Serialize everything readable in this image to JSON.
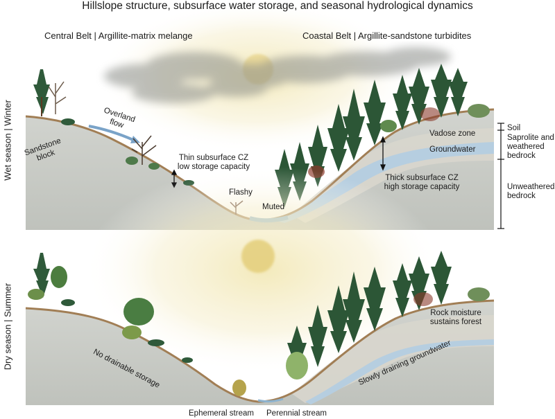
{
  "title": "Hillslope structure, subsurface water storage, and seasonal hydrological dynamics",
  "belts": {
    "central": "Central Belt | Argillite-matrix melange",
    "coastal": "Coastal Belt | Argillite-sandstone turbidites"
  },
  "seasons": {
    "wet": "Wet season | Winter",
    "dry": "Dry season | Summer"
  },
  "wet_panel": {
    "sandstone_block": [
      "Sandstone",
      "block"
    ],
    "overland_flow": [
      "Overland",
      "flow"
    ],
    "thin_cz": [
      "Thin subsurface CZ",
      "low storage capacity"
    ],
    "flashy": "Flashy",
    "muted": "Muted",
    "vadose_zone": "Vadose zone",
    "groundwater": "Groundwater",
    "thick_cz": [
      "Thick subsurface CZ",
      "high storage capacity"
    ]
  },
  "profile_legend": {
    "soil": "Soil",
    "saprolite": [
      "Saprolite and",
      "weathered",
      "bedrock"
    ],
    "unweathered": [
      "Unweathered",
      "bedrock"
    ]
  },
  "dry_panel": {
    "no_drainable": "No drainable storage",
    "rock_moisture": [
      "Rock moisture",
      "sustains forest"
    ],
    "slowly_draining": "Slowly draining groundwater"
  },
  "streams": {
    "ephemeral": "Ephemeral stream",
    "perennial": "Perennial stream"
  },
  "colors": {
    "bedrock": "#c9cbc5",
    "soil": "#a6835a",
    "groundwater": "#b7cfe0",
    "sun": "#e6d48a",
    "foliage": "#2f5a3a",
    "madrone": "#8b3b2b"
  }
}
